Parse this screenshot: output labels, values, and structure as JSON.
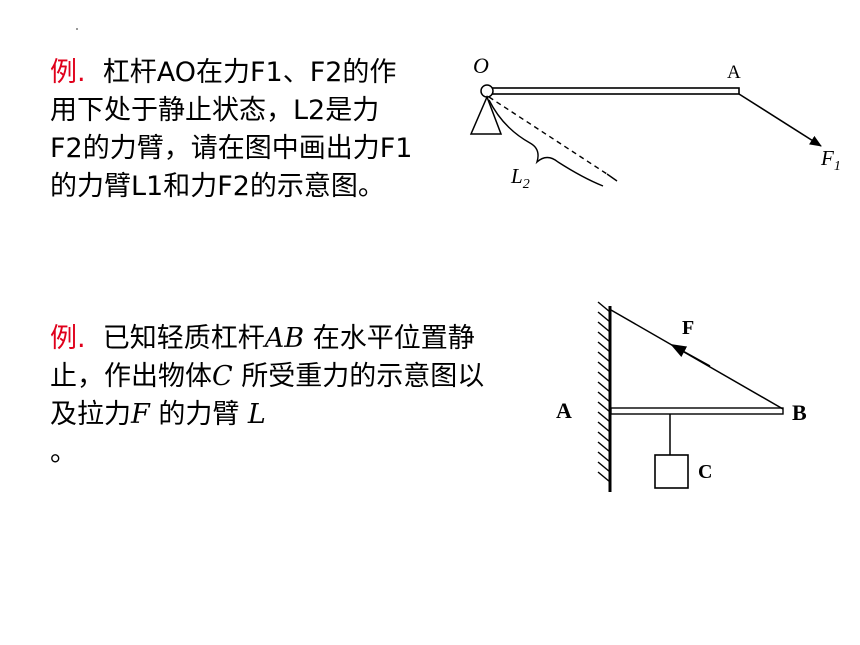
{
  "problem1": {
    "prefix": "例.",
    "text": "杠杆AO在力F1、F2的作用下处于静止状态，L2是力 F2的力臂，请在图中画出力F1的力臂L1和力F2的示意图。",
    "figure": {
      "label_O": "O",
      "label_A": "A",
      "label_F": "F",
      "label_F_sub": "1",
      "label_L": "L",
      "label_L_sub": "2"
    }
  },
  "problem2": {
    "prefix": "例.",
    "text_a": "已知轻质杠杆",
    "var_AB": "AB",
    "text_b": " 在水平位置静止，作出物体",
    "var_C": "C",
    "text_c": " 所受重力的示意图以及拉力",
    "var_F": "F",
    "text_d": " 的力臂 ",
    "var_L": "L",
    "text_e": "。",
    "figure": {
      "label_A": "A",
      "label_B": "B",
      "label_F": "F",
      "label_C": "C"
    }
  }
}
